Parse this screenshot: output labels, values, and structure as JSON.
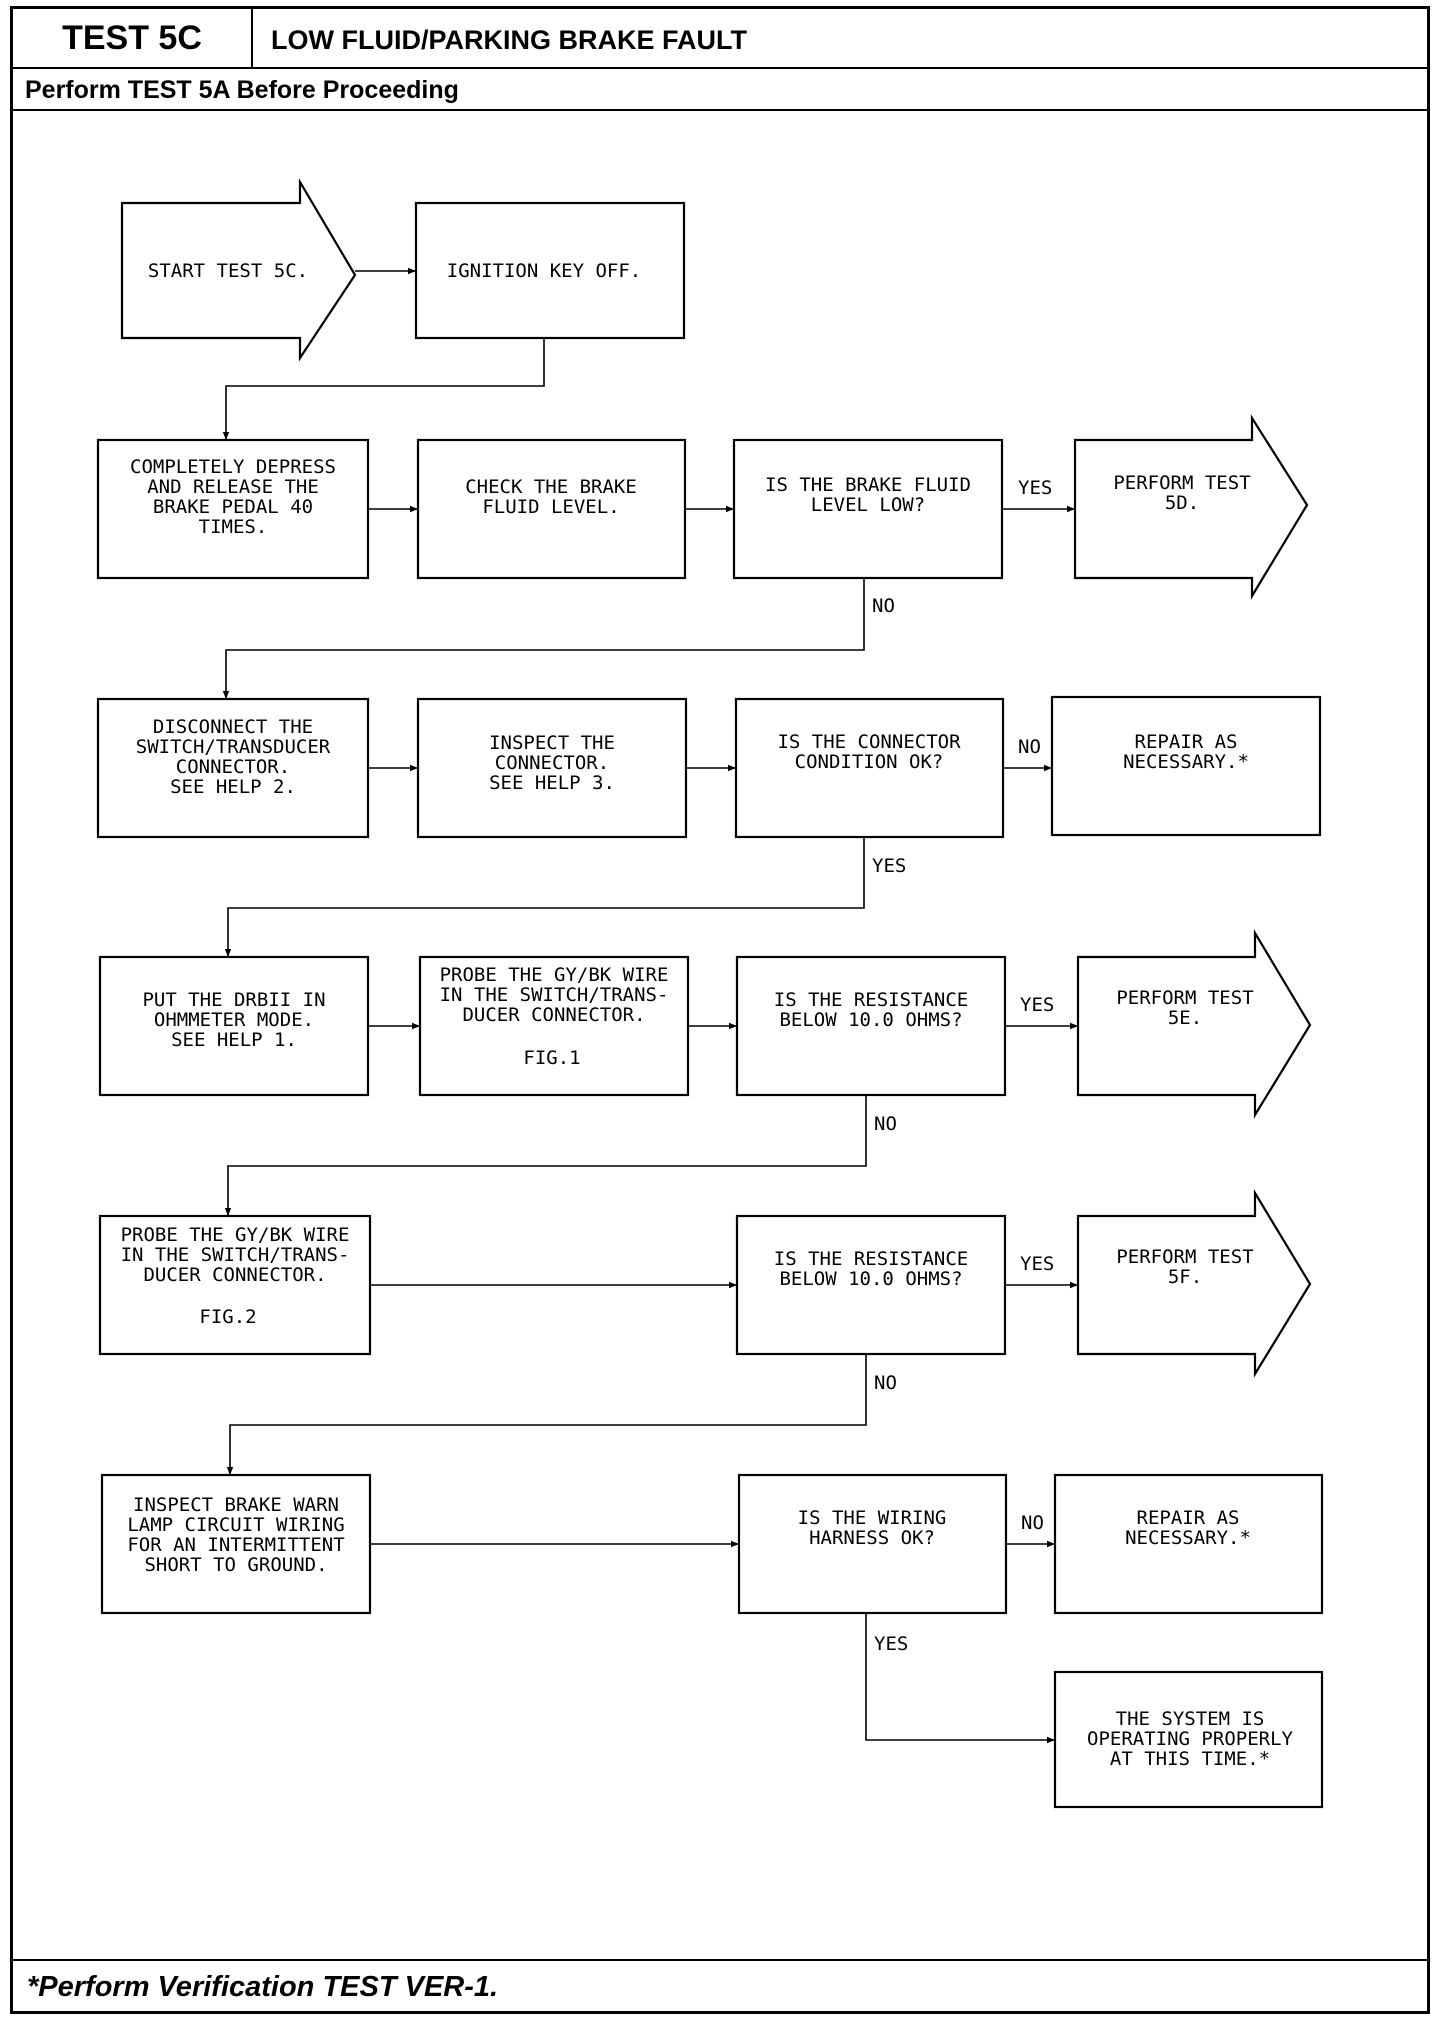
{
  "header": {
    "test_id": "TEST 5C",
    "title": "LOW FLUID/PARKING BRAKE FAULT",
    "prerequisite": "Perform TEST 5A Before Proceeding"
  },
  "footer": {
    "note": "*Perform Verification TEST VER-1."
  },
  "flowchart": {
    "start": [
      "START TEST 5C."
    ],
    "ignition": [
      "IGNITION KEY OFF."
    ],
    "depress": [
      "COMPLETELY DEPRESS",
      "AND RELEASE THE",
      "BRAKE PEDAL 40",
      "TIMES."
    ],
    "check_fluid": [
      "CHECK THE BRAKE",
      "FLUID LEVEL."
    ],
    "fluid_low_q": [
      "IS THE BRAKE FLUID",
      "LEVEL LOW?"
    ],
    "perform_5d": [
      "PERFORM TEST",
      "5D."
    ],
    "disconnect": [
      "DISCONNECT THE",
      "SWITCH/TRANSDUCER",
      "CONNECTOR.",
      "SEE HELP 2."
    ],
    "inspect_connector": [
      "INSPECT THE",
      "CONNECTOR.",
      "SEE HELP 3."
    ],
    "connector_ok_q": [
      "IS THE CONNECTOR",
      "CONDITION OK?"
    ],
    "repair_1": [
      "REPAIR AS",
      "NECESSARY.*"
    ],
    "drbii": [
      "PUT THE DRBII IN",
      "OHMMETER MODE.",
      "SEE HELP 1."
    ],
    "probe_1": [
      "PROBE THE GY/BK WIRE",
      "IN THE SWITCH/TRANS-",
      "DUCER CONNECTOR."
    ],
    "fig_1": "FIG.1",
    "resistance_q1": [
      "IS THE RESISTANCE",
      "BELOW 10.0 OHMS?"
    ],
    "perform_5e": [
      "PERFORM TEST",
      "5E."
    ],
    "probe_2": [
      "PROBE THE GY/BK WIRE",
      "IN THE SWITCH/TRANS-",
      "DUCER CONNECTOR."
    ],
    "fig_2": "FIG.2",
    "resistance_q2": [
      "IS THE RESISTANCE",
      "BELOW 10.0 OHMS?"
    ],
    "perform_5f": [
      "PERFORM TEST",
      "5F."
    ],
    "inspect_lamp": [
      "INSPECT BRAKE WARN",
      "LAMP CIRCUIT WIRING",
      "FOR AN INTERMITTENT",
      "SHORT TO GROUND."
    ],
    "wiring_ok_q": [
      "IS THE WIRING",
      "HARNESS OK?"
    ],
    "repair_2": [
      "REPAIR AS",
      "NECESSARY.*"
    ],
    "system_ok": [
      "THE SYSTEM IS",
      "OPERATING PROPERLY",
      "AT THIS TIME.*"
    ]
  },
  "labels": {
    "fluid_low_yes": "YES",
    "fluid_low_no": "NO",
    "connector_no": "NO",
    "connector_yes": "YES",
    "res1_yes": "YES",
    "res1_no": "NO",
    "res2_yes": "YES",
    "res2_no": "NO",
    "wiring_no": "NO",
    "wiring_yes": "YES"
  }
}
